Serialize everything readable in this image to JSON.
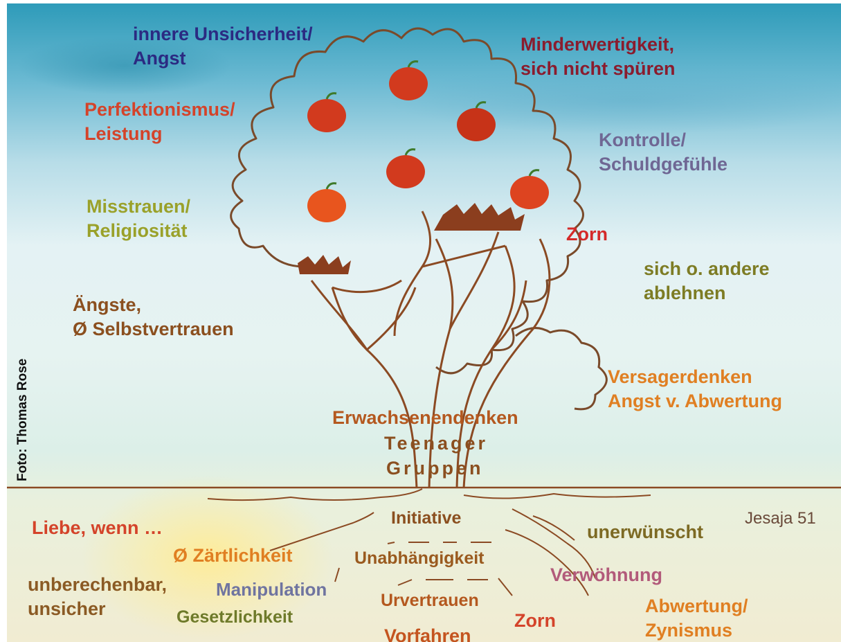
{
  "labels": {
    "innere_unsicherheit": "innere Unsicherheit/\nAngst",
    "minderwertigkeit": "Minderwertigkeit,\nsich nicht spüren",
    "perfektionismus": "Perfektionismus/\nLeistung",
    "kontrolle": "Kontrolle/\nSchuldgefühle",
    "misstrauen": "Misstrauen/\nReligiosität",
    "zorn_top": "Zorn",
    "ablehnen": "sich o. andere\nablehnen",
    "aengste": "Ängste,\nØ Selbstvertrauen",
    "versagerdenken": "Versagerdenken\nAngst v. Abwertung",
    "erwachsenendenken": "Erwachsenendenken",
    "teenager": "Teenager",
    "gruppen": "Gruppen",
    "initiative": "Initiative",
    "jesaja": "Jesaja 51",
    "liebe_wenn": "Liebe, wenn …",
    "unerwuenscht": "unerwünscht",
    "zaertlichkeit": "Ø Zärtlichkeit",
    "unabhaengigkeit": "Unabhängigkeit",
    "verwoehnung": "Verwöhnung",
    "unberechenbar": "unberechenbar,\nunsicher",
    "manipulation": "Manipulation",
    "gesetzlichkeit": "Gesetzlichkeit",
    "urvertrauen": "Urvertrauen",
    "zorn_bottom": "Zorn",
    "abwertung": "Abwertung/\nZynismus",
    "vorfahren": "Vorfahren",
    "foto_credit": "Foto: Thomas Rose"
  },
  "colors": {
    "navy": "#2b2a82",
    "maroon": "#8a1c2e",
    "red_orange": "#d4432a",
    "orange": "#e07f22",
    "olive": "#9aa12a",
    "olive_dark": "#7d7c24",
    "brown": "#8b4f1f",
    "purple_grey": "#6f6794",
    "pink": "#b25a7a",
    "tree_line": "#8b4a23",
    "apple": "#d23a1e"
  },
  "icons": [
    "apple-icon",
    "tree-icon",
    "ground-line"
  ]
}
